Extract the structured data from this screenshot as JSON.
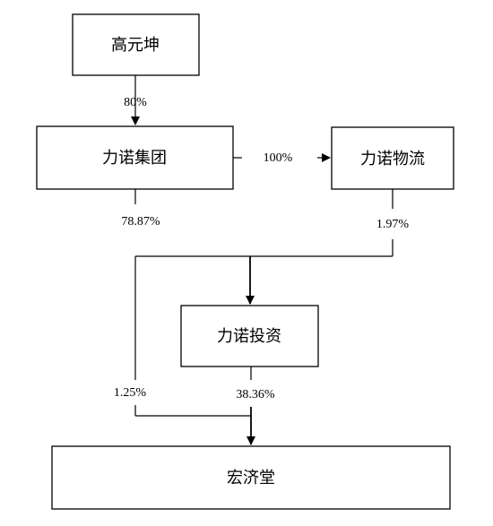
{
  "nodes": {
    "gao": "高元坤",
    "lino_group": "力诺集团",
    "lino_logistics": "力诺物流",
    "lino_invest": "力诺投资",
    "hongjitang": "宏济堂"
  },
  "edges": {
    "gao_to_group": "80%",
    "group_to_logistics": "100%",
    "group_to_invest": "78.87%",
    "logistics_to_invest": "1.97%",
    "group_to_hongjitang": "1.25%",
    "invest_to_hongjitang": "38.36%"
  }
}
